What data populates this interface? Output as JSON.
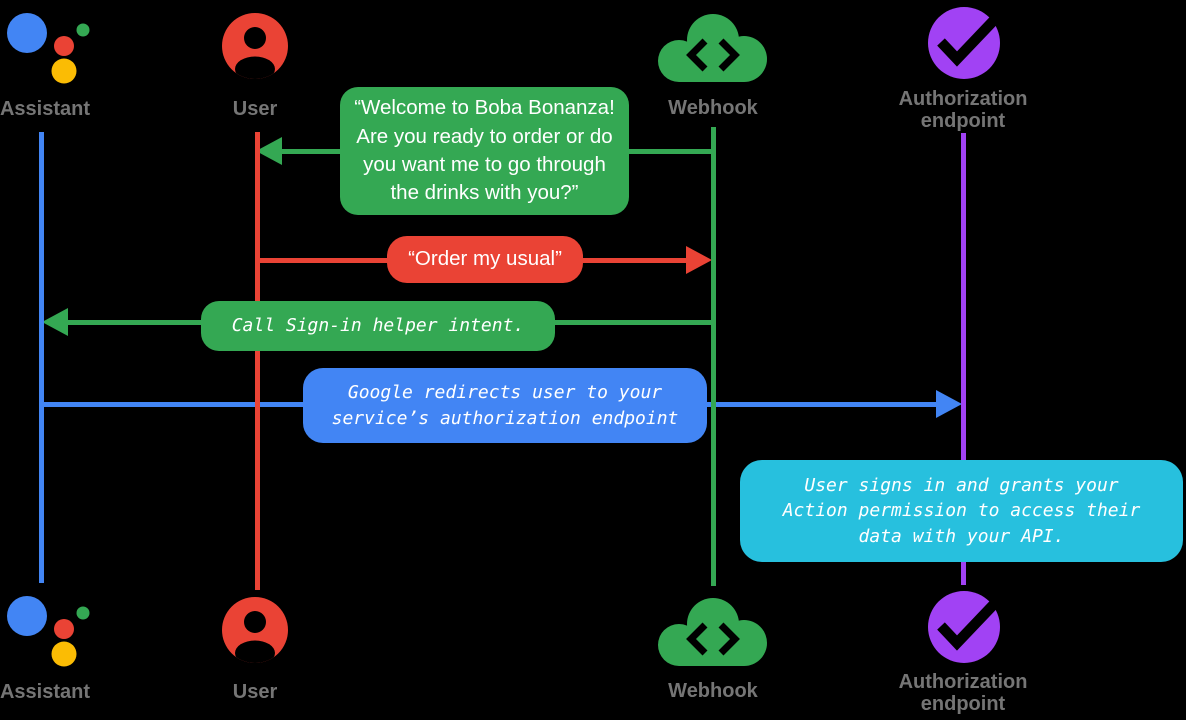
{
  "canvas": {
    "background": "#000000"
  },
  "palette": {
    "blue": "#4285F4",
    "red": "#EA4335",
    "green": "#34A853",
    "yellow": "#FBBC04",
    "purple": "#A142F4",
    "cyan": "#27C0DE",
    "label_gray": "#757575",
    "message_text": "#FFFFFF",
    "icon_cutout": "#000000"
  },
  "actors": [
    {
      "id": "assistant",
      "label": "Assistant",
      "color": "#4285F4",
      "icon": "google-assistant-logo"
    },
    {
      "id": "user",
      "label": "User",
      "color": "#EA4335",
      "icon": "person-circle"
    },
    {
      "id": "webhook",
      "label": "Webhook",
      "color": "#34A853",
      "icon": "code-cloud"
    },
    {
      "id": "auth",
      "label": "Authorization\nendpoint",
      "color": "#A142F4",
      "icon": "check-circle"
    }
  ],
  "messages": [
    {
      "from": "webhook",
      "to": "user",
      "direction": "left",
      "color": "#34A853",
      "style": "speech",
      "text": "“Welcome to Boba Bonanza!\nAre you ready to order or do\nyou want me to go through\nthe drinks with you?”"
    },
    {
      "from": "user",
      "to": "webhook",
      "direction": "right",
      "color": "#EA4335",
      "style": "speech",
      "text": "“Order my usual”"
    },
    {
      "from": "webhook",
      "to": "assistant",
      "direction": "left",
      "color": "#34A853",
      "style": "code",
      "text": "Call Sign-in helper intent."
    },
    {
      "from": "assistant",
      "to": "auth",
      "direction": "right",
      "color": "#4285F4",
      "style": "code",
      "text": "Google redirects user to your\nservice’s authorization endpoint"
    },
    {
      "note_on": "auth",
      "color": "#27C0DE",
      "style": "code",
      "text": "User signs in and grants your\nAction permission to access their\ndata with your API."
    }
  ]
}
